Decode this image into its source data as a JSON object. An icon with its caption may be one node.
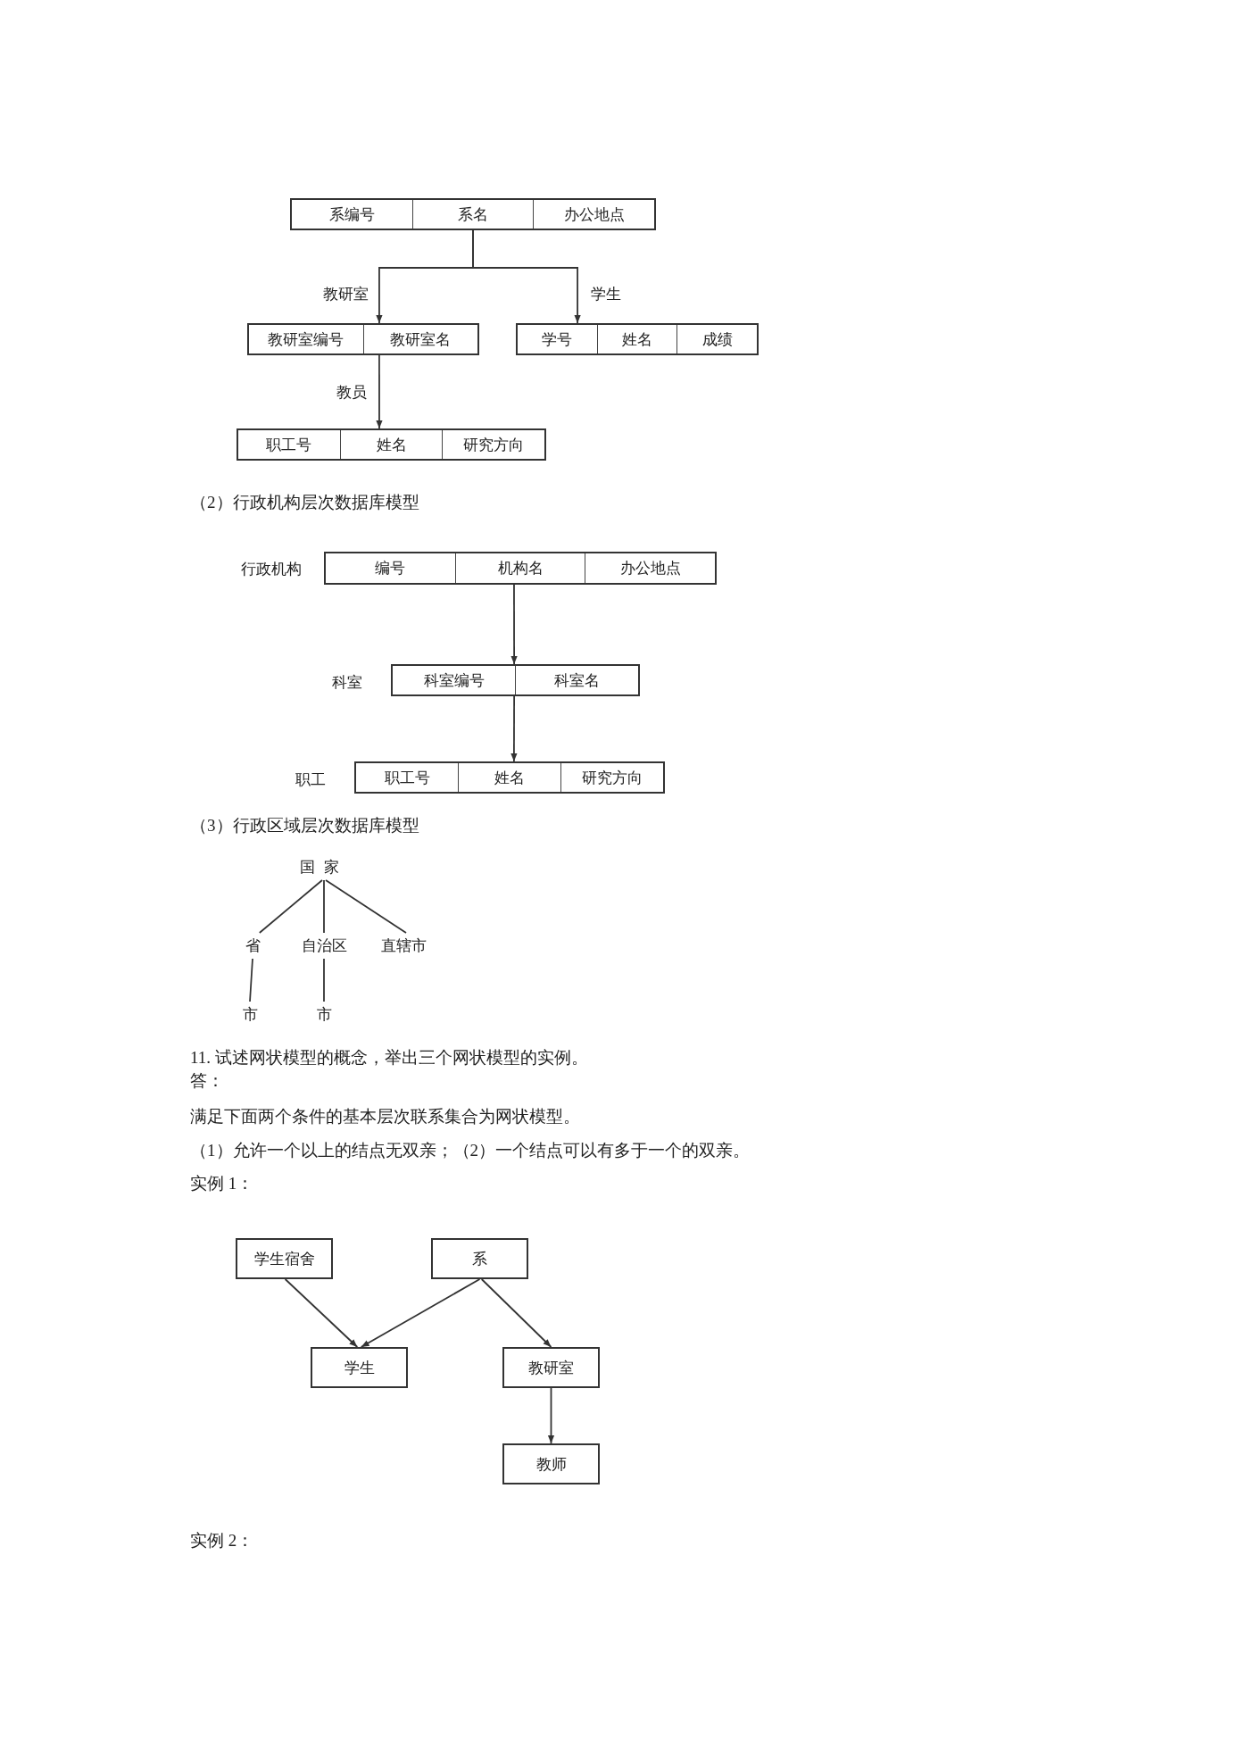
{
  "diagram": {
    "nodes": [
      {
        "text": [
          "系编号",
          "系名",
          "办公地点"
        ]
      },
      {
        "text": [
          "教研室编号",
          "教研室名"
        ]
      },
      {
        "text": [
          "学号",
          "姓名",
          "成绩"
        ]
      },
      {
        "text": [
          "职工号",
          "姓名",
          "研究方向"
        ]
      },
      {
        "text": [
          "编号",
          "机构名",
          "办公地点"
        ],
        "beside": [
          "行政机构"
        ]
      },
      {
        "text": [
          "科室编号",
          "科室名"
        ],
        "beside": [
          "科室"
        ]
      },
      {
        "text": [
          "职工号",
          "姓名",
          "研究方向"
        ],
        "beside": [
          "职工"
        ]
      },
      {
        "text": [
          "国家"
        ]
      },
      {
        "text": [
          "省"
        ]
      },
      {
        "text": [
          "自治区"
        ]
      },
      {
        "text": [
          "直辖市"
        ]
      },
      {
        "text": [
          "市"
        ]
      },
      {
        "text": [
          "市"
        ]
      },
      {
        "text": [
          "学生宿舍"
        ]
      },
      {
        "text": [
          "系"
        ]
      },
      {
        "text": [
          "学生"
        ]
      },
      {
        "text": [
          "教研室"
        ]
      },
      {
        "text": [
          "教师"
        ]
      }
    ],
    "edges": [
      {
        "from": 0,
        "to": 1,
        "arrow": "to",
        "label": "教研室"
      },
      {
        "from": 0,
        "to": 2,
        "arrow": "to",
        "label": "学生"
      },
      {
        "from": 1,
        "to": 3,
        "arrow": "to",
        "label": "教员"
      },
      {
        "from": 4,
        "to": 5,
        "arrow": "to"
      },
      {
        "from": 5,
        "to": 6,
        "arrow": "to"
      },
      {
        "from": 7,
        "to": 8,
        "arrow": "none"
      },
      {
        "from": 7,
        "to": 9,
        "arrow": "none"
      },
      {
        "from": 7,
        "to": 10,
        "arrow": "none"
      },
      {
        "from": 8,
        "to": 11,
        "arrow": "none"
      },
      {
        "from": 9,
        "to": 12,
        "arrow": "none"
      },
      {
        "from": 13,
        "to": 15,
        "arrow": "to"
      },
      {
        "from": 14,
        "to": 15,
        "arrow": "to"
      },
      {
        "from": 14,
        "to": 16,
        "arrow": "to"
      },
      {
        "from": 16,
        "to": 17,
        "arrow": "to"
      }
    ],
    "labels": [
      "（2）行政机构层次数据库模型",
      "（3）行政区域层次数据库模型",
      "11. 试述网状模型的概念，举出三个网状模型的实例。",
      "答：",
      "满足下面两个条件的基本层次联系集合为网状模型。",
      "（1）允许一个以上的结点无双亲；（2）一个结点可以有多于一个的双亲。",
      "实例 1：",
      "实例 2："
    ]
  }
}
